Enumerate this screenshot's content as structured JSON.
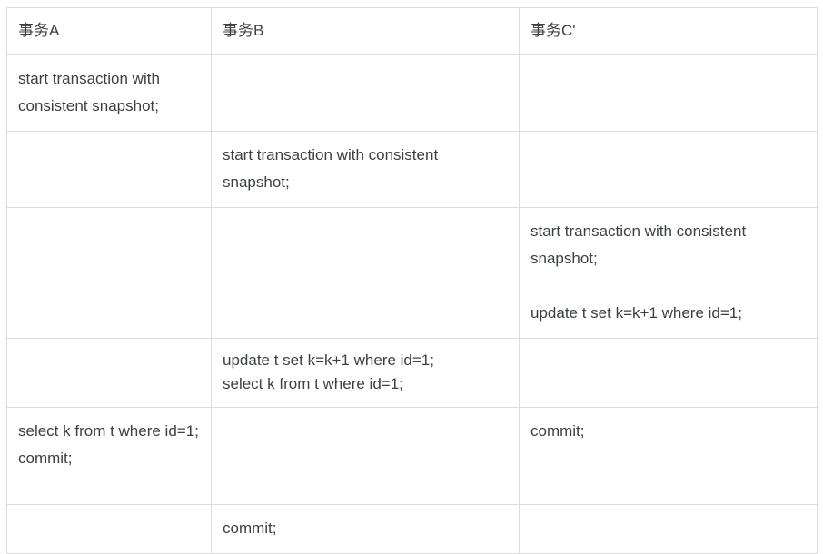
{
  "table": {
    "columns": [
      "事务A",
      "事务B",
      "事务C'"
    ],
    "rows": [
      {
        "a": "start transaction with consistent snapshot;",
        "b": "",
        "c": ""
      },
      {
        "a": "",
        "b": "start transaction with consistent snapshot;",
        "c": ""
      },
      {
        "a": "",
        "b": "",
        "c": "start transaction with consistent snapshot;\n\nupdate t set k=k+1 where id=1;"
      },
      {
        "a": "",
        "b": "update t set k=k+1 where id=1;\nselect k from t where id=1;",
        "c": ""
      },
      {
        "a": "select k from t where id=1;\ncommit;",
        "b": "",
        "c": "commit;"
      },
      {
        "a": "",
        "b": "commit;",
        "c": ""
      }
    ]
  },
  "colors": {
    "border": "#dadce0",
    "text": "#3c4043",
    "background": "#ffffff"
  }
}
